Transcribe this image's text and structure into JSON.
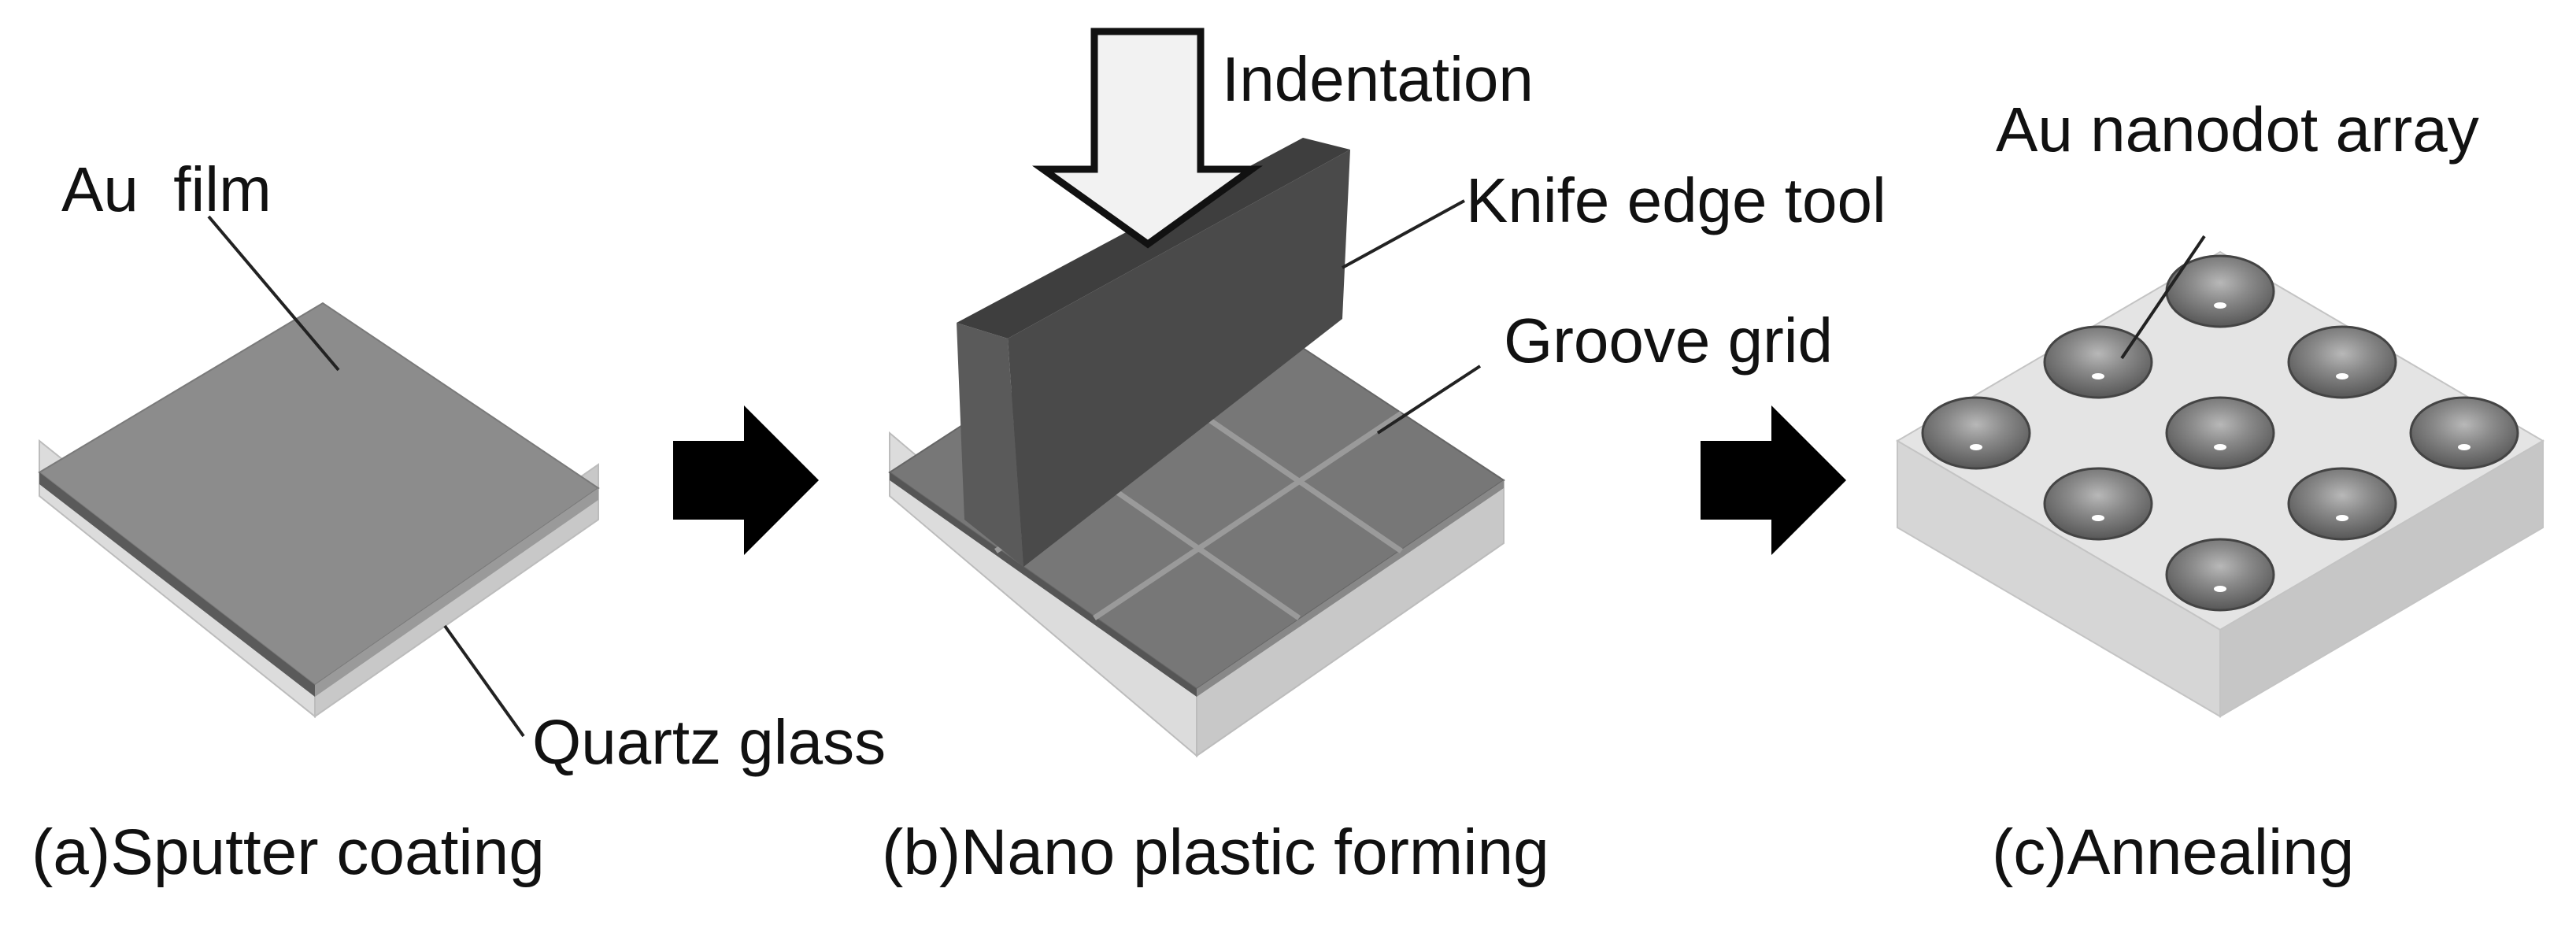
{
  "panels": {
    "a": {
      "caption": "(a)Sputter coating",
      "film_label": "Au  film",
      "substrate_label": "Quartz glass"
    },
    "b": {
      "caption": "(b)Nano plastic forming",
      "indentation_label": "Indentation",
      "tool_label": "Knife edge tool",
      "groove_label": "Groove grid"
    },
    "c": {
      "caption": "(c)Annealing",
      "array_label": "Au nanodot array"
    }
  },
  "colors": {
    "film_top": "#8a8a8a",
    "substrate": "#d6d6d6",
    "tool": "#4a4a4a",
    "arrow": "#000000"
  }
}
